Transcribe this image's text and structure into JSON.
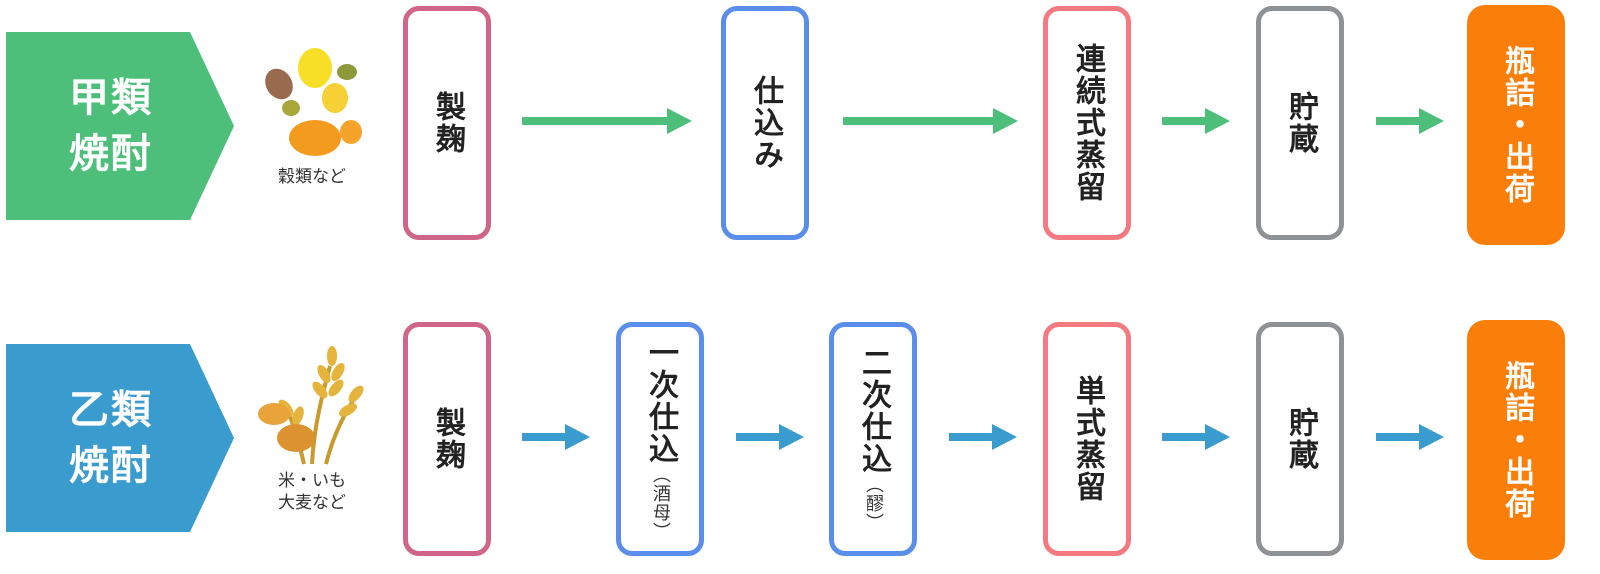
{
  "colors": {
    "kou_green": "#4dbf7a",
    "otsu_blue": "#3a9bce",
    "seikiku": "#cf6589",
    "shikomi": "#5b8eea",
    "jouryu": "#f47a82",
    "chozo": "#8f9294",
    "final": "#fa7e0a"
  },
  "rows": [
    {
      "title": "甲類焼酎",
      "ingredient_label": "穀類など",
      "ingredient_icon": "grains-icon",
      "steps": [
        {
          "label": "製麹",
          "sub": ""
        },
        {
          "label": "仕込み",
          "sub": ""
        },
        {
          "label": "連続式蒸留",
          "sub": ""
        },
        {
          "label": "貯蔵",
          "sub": ""
        }
      ],
      "final": "瓶詰・出荷"
    },
    {
      "title": "乙類焼酎",
      "ingredient_label": "米・いも大麦など",
      "ingredient_icon": "wheat-potato-icon",
      "steps": [
        {
          "label": "製麹",
          "sub": ""
        },
        {
          "label": "一次仕込",
          "sub": "（酒母）"
        },
        {
          "label": "二次仕込",
          "sub": "（醪）"
        },
        {
          "label": "単式蒸留",
          "sub": ""
        },
        {
          "label": "貯蔵",
          "sub": ""
        }
      ],
      "final": "瓶詰・出荷"
    }
  ]
}
